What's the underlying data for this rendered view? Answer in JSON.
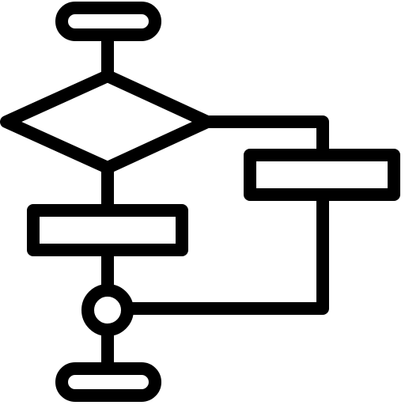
{
  "icon": {
    "name": "flowchart-icon",
    "stroke_color": "#000000",
    "fill_color": "#ffffff",
    "background_color": "#ffffff",
    "nodes": [
      {
        "id": "start-terminal",
        "kind": "terminal"
      },
      {
        "id": "decision",
        "kind": "decision"
      },
      {
        "id": "process-left",
        "kind": "process"
      },
      {
        "id": "process-right",
        "kind": "process"
      },
      {
        "id": "merge-connector",
        "kind": "connector"
      },
      {
        "id": "end-terminal",
        "kind": "terminal"
      }
    ],
    "edges": [
      {
        "from": "start-terminal",
        "to": "decision"
      },
      {
        "from": "decision",
        "to": "process-left"
      },
      {
        "from": "decision",
        "to": "process-right"
      },
      {
        "from": "process-left",
        "to": "merge-connector"
      },
      {
        "from": "process-right",
        "to": "merge-connector"
      },
      {
        "from": "merge-connector",
        "to": "end-terminal"
      }
    ]
  }
}
